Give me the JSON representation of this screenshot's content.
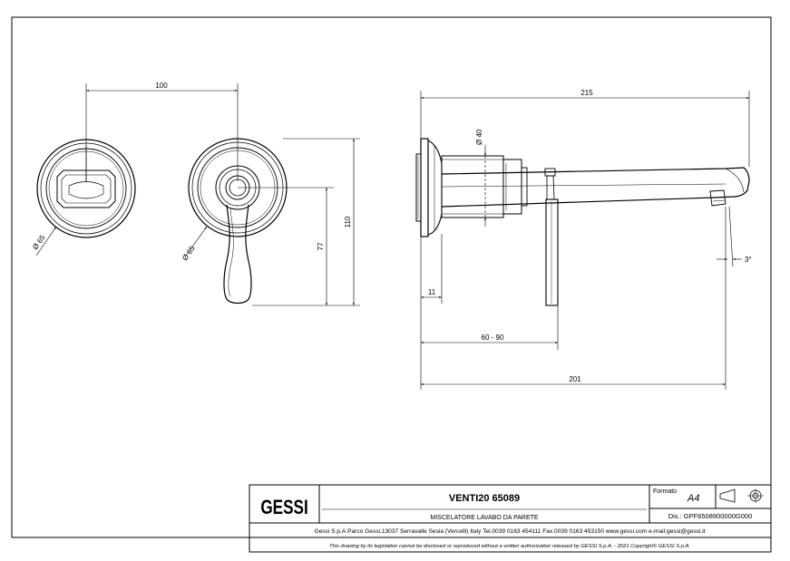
{
  "drawing": {
    "dimensions": {
      "centers_distance": "100",
      "overall_length": "215",
      "escutcheon_diameter_left": "Ø 65",
      "escutcheon_diameter_right": "Ø 65",
      "body_diameter": "Ø 40",
      "height_total": "110",
      "height_handle": "77",
      "wall_depth": "11",
      "wall_range": "60 - 90",
      "spout_projection": "201",
      "spout_angle": "3°"
    }
  },
  "title_block": {
    "logo_text": "GESSI",
    "product_name": "VENTI20 65089",
    "description": "MISCELATORE LAVABO DA PARETE",
    "format_label": "Formato",
    "format_value": "A4",
    "drawing_number": "Dis.: GPF6508900000G000",
    "company_line": "Gessi S.p.A.Parco Gessi,13037 Serravalle Sesia (Vercelli) Italy Tel.0039 0163 454111 Fax.0039 0163 453150 www.gessi.com e-mail:gessi@gessi.it",
    "legal_notice": "This drawing by its legislation cannot be disclosed or reproduced without a written authorization released by GESSI S.p.A. - 2021 Copyright© GESSI S.p.A."
  }
}
